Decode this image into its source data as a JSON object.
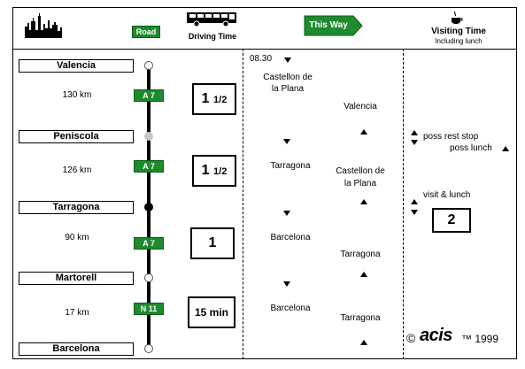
{
  "header": {
    "road_label": "Road",
    "driving_time_label": "Driving Time",
    "this_way_label": "This Way",
    "visiting_time_label": "Visiting Time",
    "visiting_time_sub": "Including lunch"
  },
  "cities": [
    "Valencia",
    "Peniscola",
    "Tarragona",
    "Martorell",
    "Barcelona"
  ],
  "segments": [
    {
      "distance": "130 km",
      "road": "A 7",
      "time_main": "1",
      "time_frac": "1/2"
    },
    {
      "distance": "126 km",
      "road": "A 7",
      "time_main": "1",
      "time_frac": "1/2"
    },
    {
      "distance": "90 km",
      "road": "A 7",
      "time_main": "1",
      "time_frac": ""
    },
    {
      "distance": "17 km",
      "road": "N 11",
      "time_main": "15 min",
      "time_frac": ""
    }
  ],
  "schedule": {
    "start_time": "08.30",
    "col1": [
      "Castellon de",
      "la Plana",
      "Tarragona",
      "Barcelona",
      "Barcelona"
    ],
    "col2": [
      "Valencia",
      "Castellon de",
      "la Plana",
      "Tarragona",
      "Tarragona"
    ]
  },
  "visits": {
    "rest_stop": "poss rest stop",
    "lunch": "poss lunch",
    "visit_lunch": "visit & lunch",
    "visit_hours": "2"
  },
  "footer": {
    "copyright": "©",
    "brand": "acis",
    "tm_year": "™ 1999"
  },
  "colors": {
    "road_green": "#1f8a2e",
    "route_line": "#000000",
    "node_gray": "#c8c8c8"
  }
}
